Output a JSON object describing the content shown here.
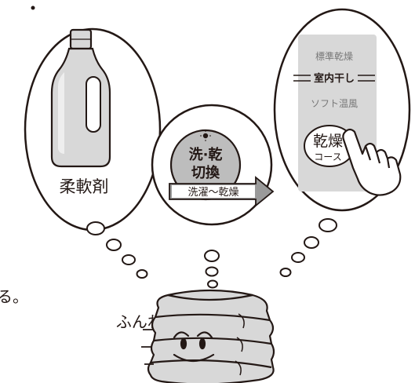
{
  "softener": {
    "label": "柔軟剤"
  },
  "wash_dry_button": {
    "line1": "洗·乾",
    "line2": "切換",
    "arrow_label": "洗濯〜乾燥"
  },
  "dry_panel": {
    "mode_standard": "標準乾燥",
    "mode_indoor": "室内干し",
    "mode_soft": "ソフト温風",
    "course_line1": "乾燥",
    "course_line2": "コース"
  },
  "caption": {
    "line1": "る。",
    "line2": "ふんわり..."
  },
  "colors": {
    "ink": "#231815",
    "panel_gray": "#d8d8d8",
    "button_gray": "#bdbdbd",
    "arrow_gray": "#9a9a9a"
  }
}
